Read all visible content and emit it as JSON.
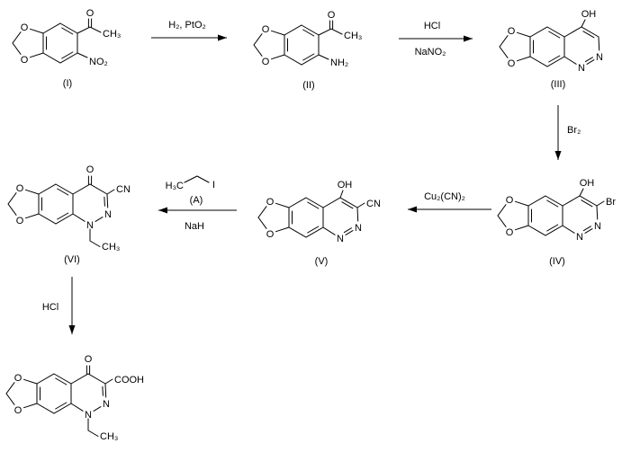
{
  "scheme": {
    "description": "Multi-step reaction scheme",
    "colors": {
      "line": "#000000",
      "background": "#ffffff"
    },
    "atoms": {
      "O": "O",
      "N": "N",
      "OH": "OH",
      "Br": "Br",
      "CN": "CN",
      "COOH": "COOH",
      "CH3": "CH₃",
      "H3C": "H₃C",
      "NO2": "NO₂",
      "NH2": "NH₂",
      "I": "I"
    },
    "compound_labels": {
      "i": "(I)",
      "ii": "(II)",
      "iii": "(III)",
      "iv": "(IV)",
      "v": "(V)",
      "vi": "(VI)"
    },
    "steps": {
      "s1": {
        "reagent": "H₂, PtO₂"
      },
      "s2": {
        "reagent_top": "HCl",
        "reagent_bottom": "NaNO₂"
      },
      "s3": {
        "reagent": "Br₂"
      },
      "s4": {
        "reagent": "Cu₂(CN)₂"
      },
      "s5": {
        "agent_left": "H₃C",
        "agent_right": "I",
        "agent_tag": "(A)",
        "base": "NaH"
      },
      "s6": {
        "reagent": "HCl"
      }
    }
  }
}
